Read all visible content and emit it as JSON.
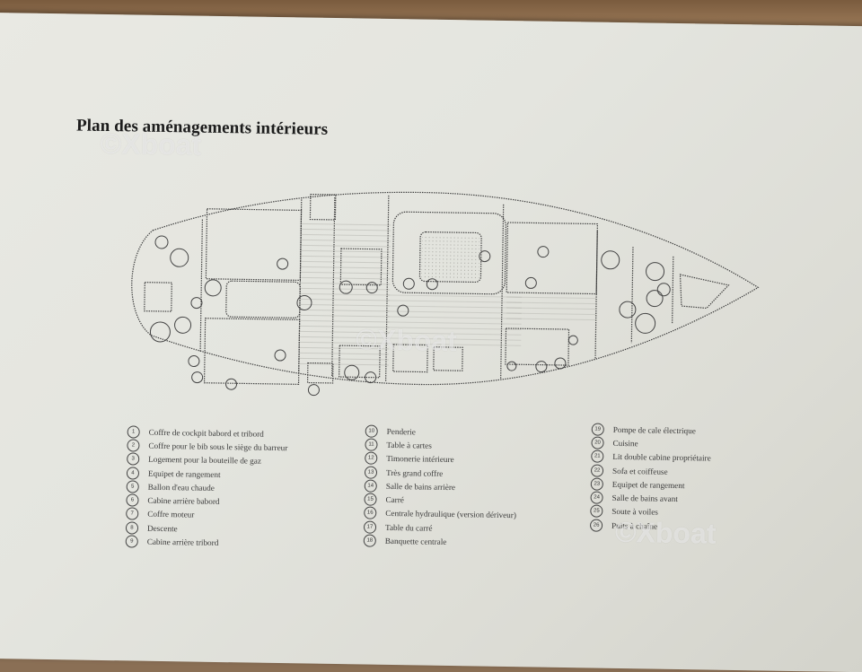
{
  "title": "Plan des aménagements intérieurs",
  "watermark": "©Xboat",
  "legend": {
    "col1": [
      {
        "num": "1",
        "label": "Coffre de cockpit babord et tribord"
      },
      {
        "num": "2",
        "label": "Coffre pour le bib sous le siège du barreur"
      },
      {
        "num": "3",
        "label": "Logement pour la bouteille de gaz"
      },
      {
        "num": "4",
        "label": "Equipet de rangement"
      },
      {
        "num": "5",
        "label": "Ballon d'eau chaude"
      },
      {
        "num": "6",
        "label": "Cabine arrière babord"
      },
      {
        "num": "7",
        "label": "Coffre moteur"
      },
      {
        "num": "8",
        "label": "Descente"
      },
      {
        "num": "9",
        "label": "Cabine arrière tribord"
      }
    ],
    "col2": [
      {
        "num": "10",
        "label": "Penderie"
      },
      {
        "num": "11",
        "label": "Table à cartes"
      },
      {
        "num": "12",
        "label": "Timonerie intérieure"
      },
      {
        "num": "13",
        "label": "Très grand coffre"
      },
      {
        "num": "14",
        "label": "Salle de bains arrière"
      },
      {
        "num": "15",
        "label": "Carré"
      },
      {
        "num": "16",
        "label": "Centrale hydraulique (version dériveur)"
      },
      {
        "num": "17",
        "label": "Table du carré"
      },
      {
        "num": "18",
        "label": "Banquette centrale"
      }
    ],
    "col3": [
      {
        "num": "19",
        "label": "Pompe de cale électrique"
      },
      {
        "num": "20",
        "label": "Cuisine"
      },
      {
        "num": "21",
        "label": "Lit double cabine propriétaire"
      },
      {
        "num": "22",
        "label": "Sofa et coiffeuse"
      },
      {
        "num": "23",
        "label": "Equipet de rangement"
      },
      {
        "num": "24",
        "label": "Salle de bains avant"
      },
      {
        "num": "25",
        "label": "Soute à voiles"
      },
      {
        "num": "26",
        "label": "Puits à chaîne"
      }
    ]
  }
}
